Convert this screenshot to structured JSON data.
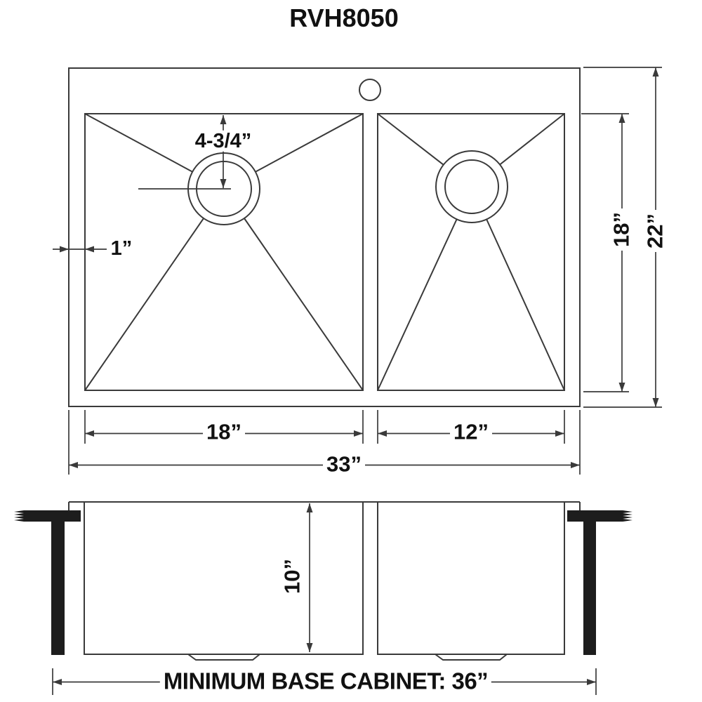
{
  "title": "RVH8050",
  "colors": {
    "line": "#3a3a3a",
    "text": "#111111",
    "clip": "#1d1d1d",
    "background": "#ffffff"
  },
  "top_view": {
    "labels": {
      "drain_offset": "4-3/4”",
      "rim_lip": "1”",
      "left_bowl_width": "18”",
      "right_bowl_width": "12”",
      "overall_width": "33”",
      "bowl_front_to_back": "18”",
      "overall_front_to_back": "22”"
    }
  },
  "side_view": {
    "labels": {
      "bowl_depth": "10”",
      "base_cabinet": "MINIMUM BASE CABINET: 36”"
    }
  }
}
